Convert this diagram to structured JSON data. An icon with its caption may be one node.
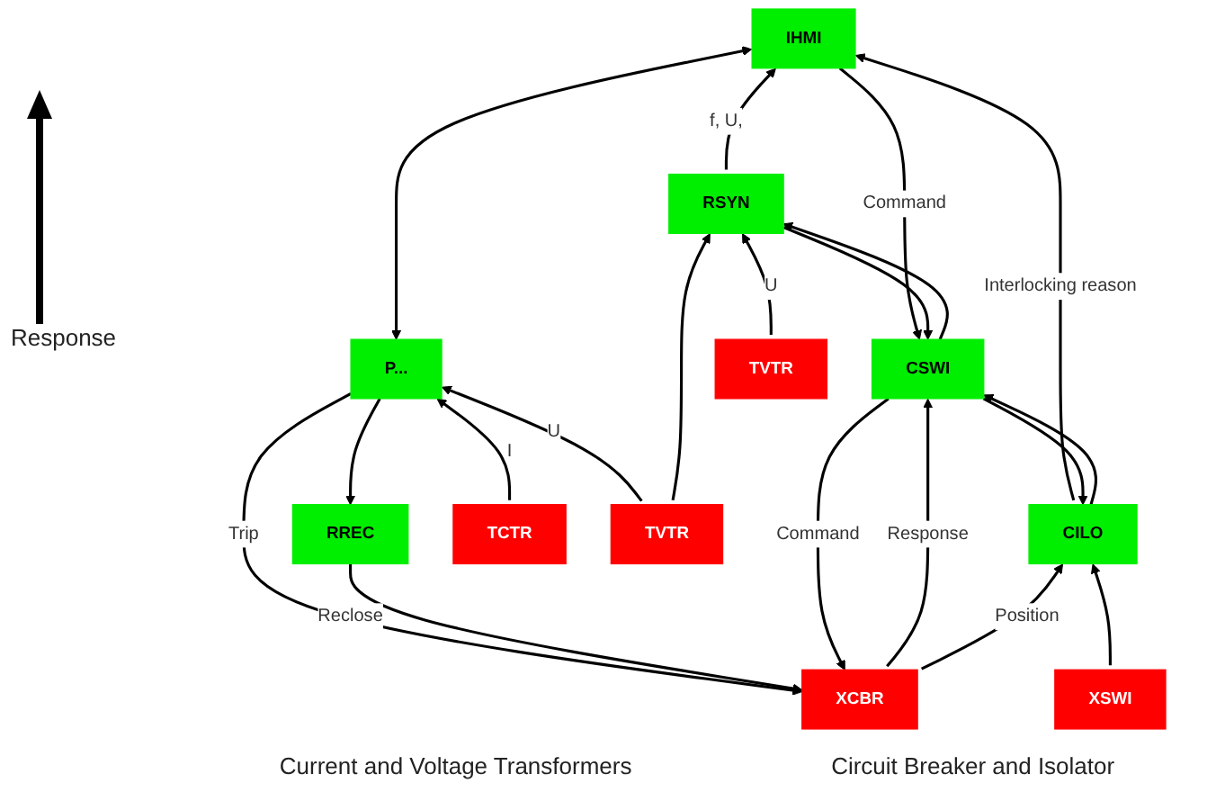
{
  "diagram": {
    "nodes": [
      {
        "text": [
          "IHMI"
        ]
      },
      {
        "text": [
          "P..."
        ]
      },
      {
        "text": [
          "RREC"
        ]
      },
      {
        "text": [
          "RSYN"
        ]
      },
      {
        "text": [
          "CSWI"
        ]
      },
      {
        "text": [
          "CILO"
        ]
      },
      {
        "text": [
          "TCTR"
        ]
      },
      {
        "text": [
          "TVTR"
        ]
      },
      {
        "text": [
          "TVTR"
        ]
      },
      {
        "text": [
          "XCBR"
        ]
      },
      {
        "text": [
          "XSWI"
        ]
      }
    ],
    "edges": [
      {
        "from": 1,
        "to": 0,
        "arrow": "both"
      },
      {
        "from": 1,
        "to": 2,
        "arrow": "to"
      },
      {
        "from": 3,
        "to": 0,
        "arrow": "to",
        "label": "f,  U,"
      },
      {
        "from": 0,
        "to": 4,
        "arrow": "to",
        "label": "Command"
      },
      {
        "from": 5,
        "to": 0,
        "arrow": "to",
        "label": "Interlocking reason"
      },
      {
        "from": 3,
        "to": 4,
        "arrow": "to"
      },
      {
        "from": 4,
        "to": 3,
        "arrow": "to"
      },
      {
        "from": 4,
        "to": 5,
        "arrow": "to"
      },
      {
        "from": 5,
        "to": 4,
        "arrow": "to"
      },
      {
        "from": 6,
        "to": 1,
        "arrow": "to",
        "label": "I"
      },
      {
        "from": 7,
        "to": 1,
        "arrow": "to",
        "label": "U"
      },
      {
        "from": 7,
        "to": 3,
        "arrow": "to"
      },
      {
        "from": 8,
        "to": 3,
        "arrow": "to",
        "label": "U"
      },
      {
        "from": 1,
        "to": 9,
        "arrow": "to",
        "label": "Trip"
      },
      {
        "from": 2,
        "to": 9,
        "arrow": "to",
        "label": "Reclose"
      },
      {
        "from": 4,
        "to": 9,
        "arrow": "to",
        "label": "Command"
      },
      {
        "from": 9,
        "to": 4,
        "arrow": "to",
        "label": "Response"
      },
      {
        "from": 9,
        "to": 5,
        "arrow": "to",
        "label": "Position"
      },
      {
        "from": 10,
        "to": 5,
        "arrow": "to"
      }
    ],
    "labels": [
      "Response",
      "Current and Voltage Transformers",
      "Circuit Breaker and Isolator"
    ]
  }
}
